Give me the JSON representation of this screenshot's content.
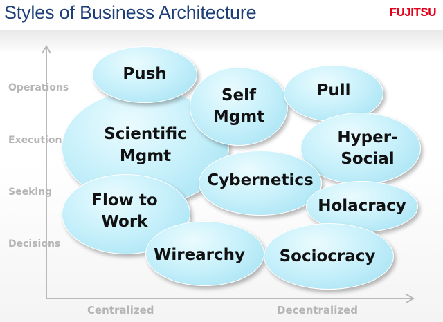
{
  "title": "Styles of Business Architecture",
  "logo": "FUJITSU",
  "y_axis_labels": [
    "Operations",
    "Execution",
    "Seeking",
    "Decisions"
  ],
  "x_axis_labels": [
    "Centralized",
    "Decentralized"
  ],
  "bubbles": {
    "scientific": "Scientific\nMgmt",
    "push": "Push",
    "self": "Self\nMgmt",
    "pull": "Pull",
    "hyper": "Hyper-\nSocial",
    "cybernetics": "Cybernetics",
    "flow": "Flow to\nWork",
    "holacracy": "Holacracy",
    "wirearchy": "Wirearchy",
    "sociocracy": "Sociocracy"
  }
}
